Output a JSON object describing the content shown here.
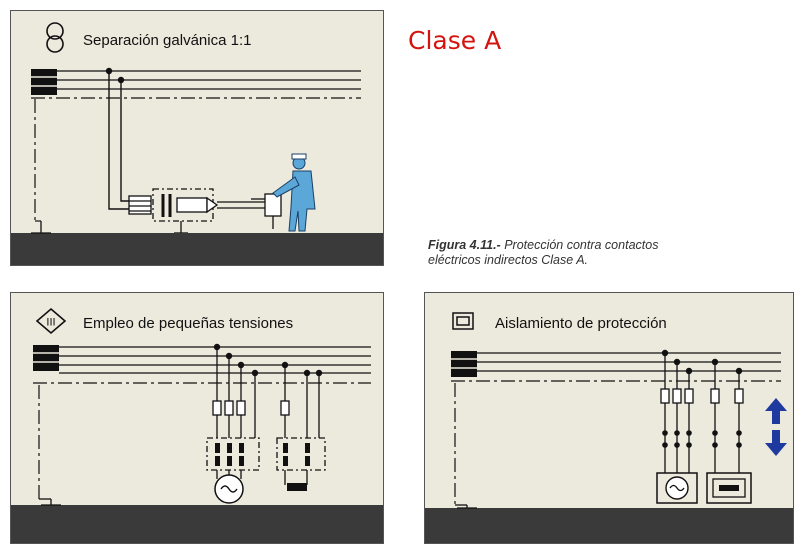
{
  "header": {
    "title": "Clase A",
    "title_color": "#d4150f"
  },
  "caption": {
    "figure_label": "Figura 4.11.-",
    "line1": " Protección contra contactos",
    "line2": "eléctricos indirectos Clase A."
  },
  "panels": [
    {
      "title": "Separación galvánica 1:1",
      "icon": "transformer-symbol-icon"
    },
    {
      "title": "Empleo de pequeñas tensiones",
      "icon": "class-iii-diamond-icon",
      "icon_text": "III"
    },
    {
      "title": "Aislamiento de protección",
      "icon": "double-insulation-square-icon"
    }
  ],
  "navigation": {
    "up_icon": "arrow-up-icon",
    "down_icon": "arrow-down-icon",
    "color": "#1f3a9e"
  },
  "colors": {
    "panel_bg": "#ece9dd",
    "ground_fill": "#3a3a3a",
    "worker_blue": "#5ba7d8"
  }
}
